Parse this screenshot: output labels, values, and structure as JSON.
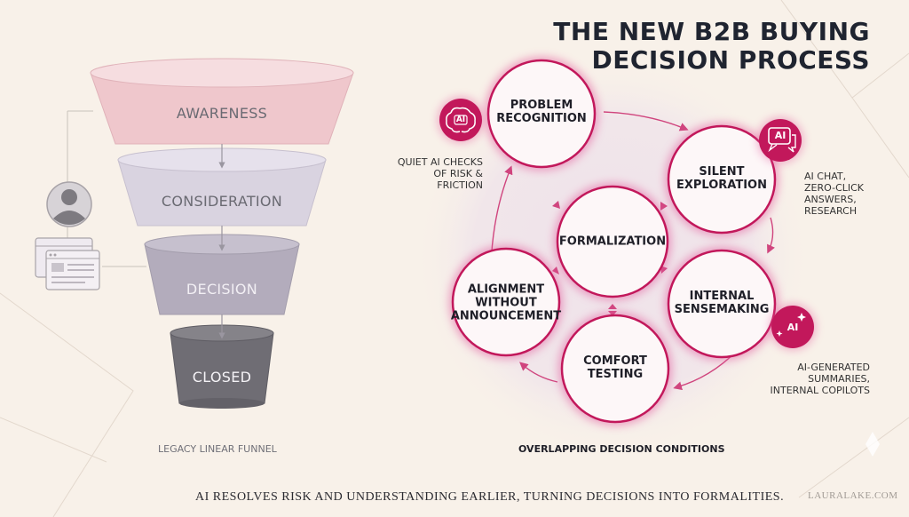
{
  "title": {
    "line1": "THE NEW B2B BUYING",
    "line2": "DECISION PROCESS"
  },
  "funnel": {
    "stages": [
      {
        "label": "AWARENESS",
        "color": "#efc7cc"
      },
      {
        "label": "CONSIDERATION",
        "color": "#d9d3e0"
      },
      {
        "label": "DECISION",
        "color": "#b3acbc"
      },
      {
        "label": "CLOSED",
        "color": "#6f6d74"
      }
    ],
    "caption": "LEGACY LINEAR FUNNEL"
  },
  "cycle": {
    "nodes": [
      {
        "lines": [
          "PROBLEM",
          "RECOGNITION"
        ]
      },
      {
        "lines": [
          "SILENT",
          "EXPLORATION"
        ]
      },
      {
        "lines": [
          "INTERNAL",
          "SENSEMAKING"
        ]
      },
      {
        "lines": [
          "COMFORT",
          "TESTING"
        ]
      },
      {
        "lines": [
          "ALIGNMENT",
          "WITHOUT",
          "ANNOUNCEMENT"
        ]
      },
      {
        "lines": [
          "FORMALIZATION"
        ]
      }
    ],
    "notes": [
      {
        "lines": [
          "QUIET AI CHECKS",
          "OF RISK &",
          "FRICTION"
        ],
        "icon_text": "AI"
      },
      {
        "lines": [
          "AI CHAT,",
          "ZERO-CLICK",
          "ANSWERS,",
          "RESEARCH"
        ],
        "icon_text": "AI"
      },
      {
        "lines": [
          "AI-GENERATED",
          "SUMMARIES,",
          "INTERNAL COPILOTS"
        ],
        "icon_text": "AI"
      }
    ],
    "caption": "OVERLAPPING DECISION CONDITIONS",
    "accent": "#c2185b"
  },
  "footer": "AI RESOLVES RISK AND UNDERSTANDING EARLIER, TURNING DECISIONS INTO FORMALITIES.",
  "brand": "LAURALAKE.COM"
}
